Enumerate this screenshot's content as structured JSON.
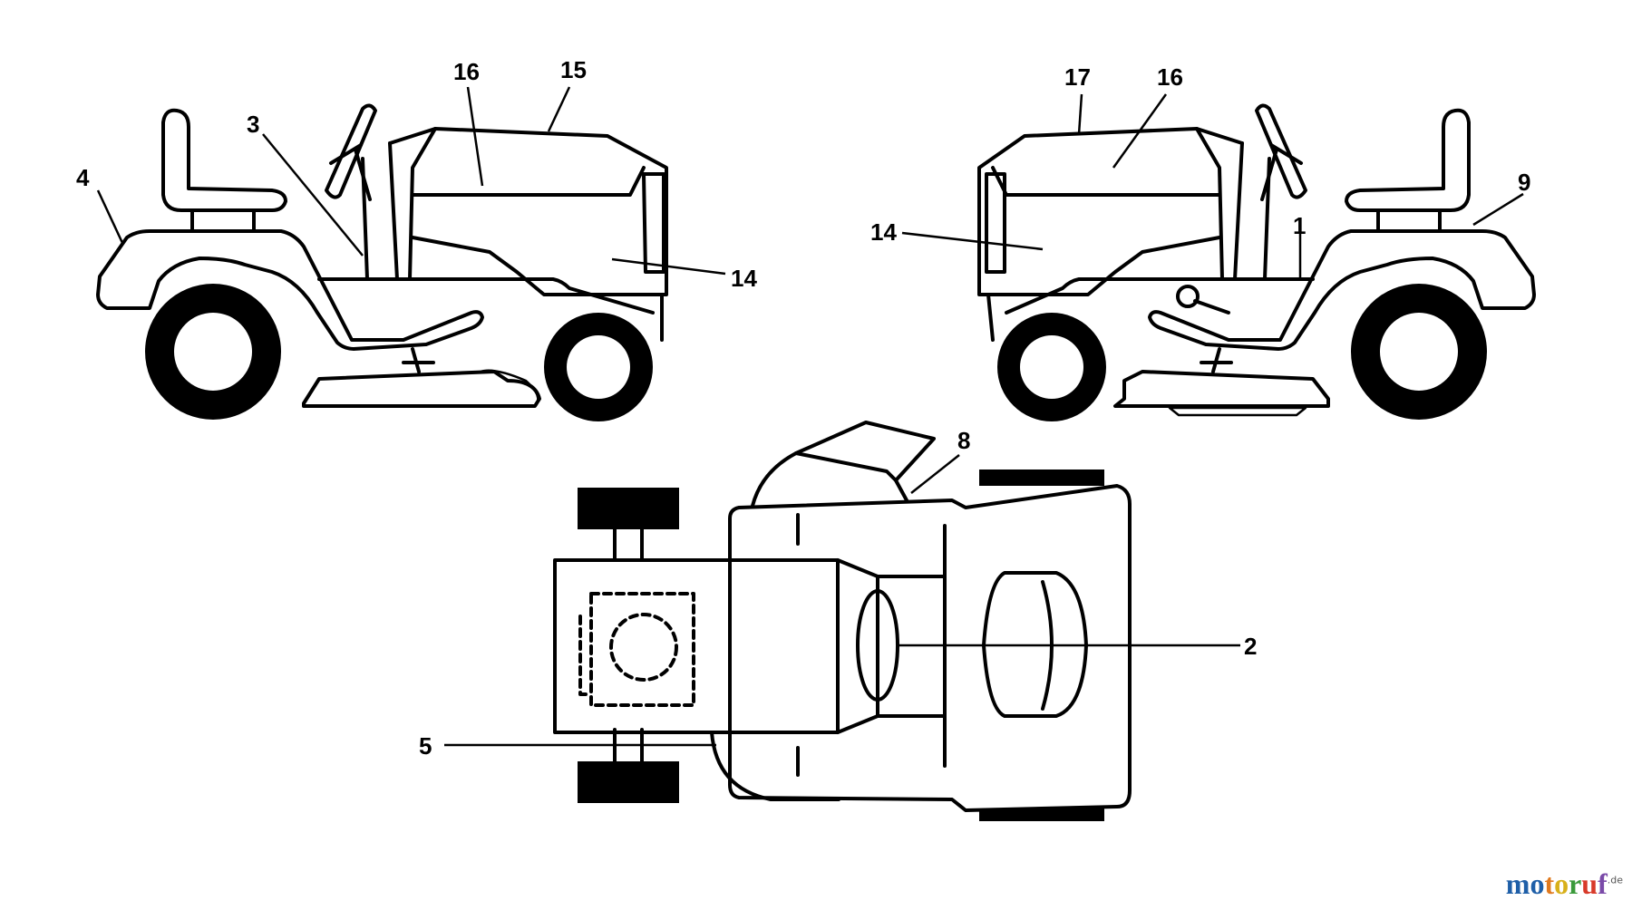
{
  "diagram": {
    "left_view": {
      "labels": {
        "a": "16",
        "b": "15",
        "c": "3",
        "d": "4",
        "e": "14"
      }
    },
    "right_view": {
      "labels": {
        "a": "17",
        "b": "16",
        "c": "9",
        "d": "14",
        "e": "1"
      }
    },
    "top_view": {
      "labels": {
        "a": "8",
        "b": "2",
        "c": "5"
      }
    }
  },
  "watermark": {
    "letters": [
      "m",
      "o",
      "t",
      "o",
      "r",
      "u",
      "f"
    ],
    "letter_colors": [
      "#1f5fa8",
      "#1f5fa8",
      "#e07a1f",
      "#d8b01a",
      "#3a9a3a",
      "#d83a2a",
      "#7a4aa8"
    ],
    "suffix": ".de"
  }
}
